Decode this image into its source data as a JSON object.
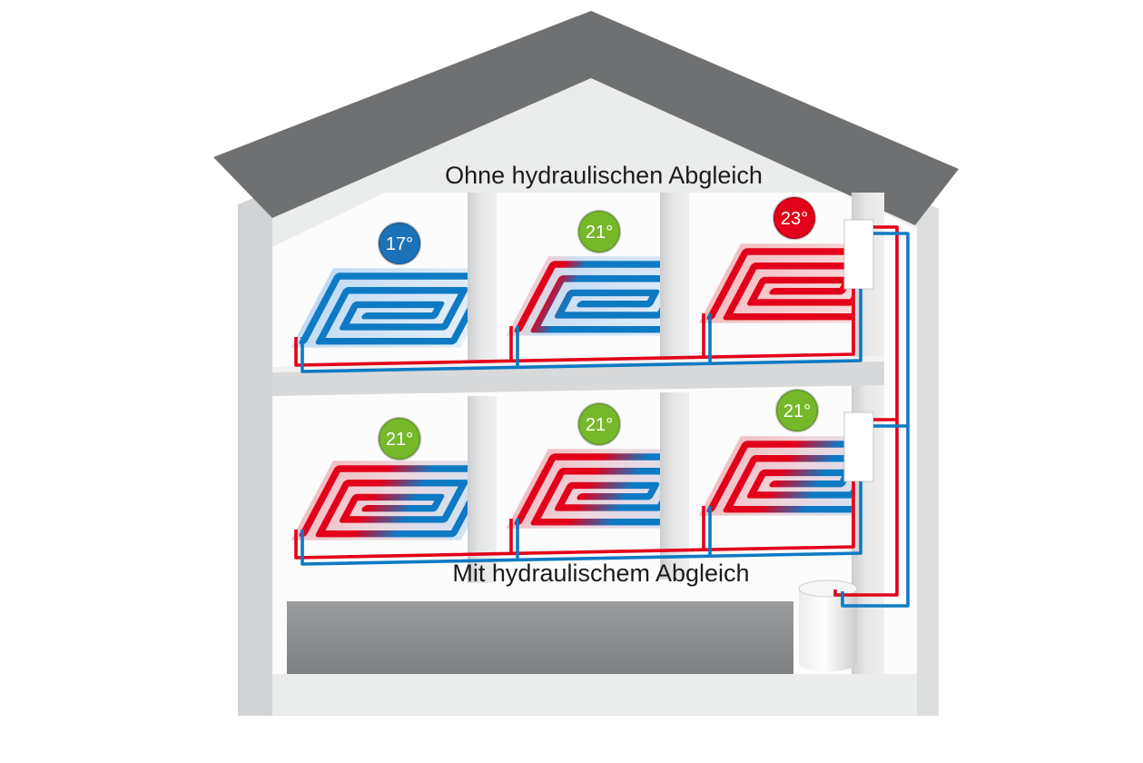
{
  "diagram": {
    "top_label": "Ohne hydraulischen Abgleich",
    "bottom_label": "Mit hydraulischem Abgleich"
  },
  "colors": {
    "hot": "#e2001a",
    "cold": "#0e7ac4",
    "badge_blue": "#1d71b8",
    "badge_green": "#76b82a",
    "badge_red": "#e2001a",
    "roof": "#6e7072",
    "wall": "#ebecec"
  },
  "rooms": {
    "top": [
      {
        "temp": "17°",
        "badge_color": "#1d71b8"
      },
      {
        "temp": "21°",
        "badge_color": "#76b82a"
      },
      {
        "temp": "23°",
        "badge_color": "#e2001a"
      }
    ],
    "bottom": [
      {
        "temp": "21°",
        "badge_color": "#76b82a"
      },
      {
        "temp": "21°",
        "badge_color": "#76b82a"
      },
      {
        "temp": "21°",
        "badge_color": "#76b82a"
      }
    ]
  }
}
